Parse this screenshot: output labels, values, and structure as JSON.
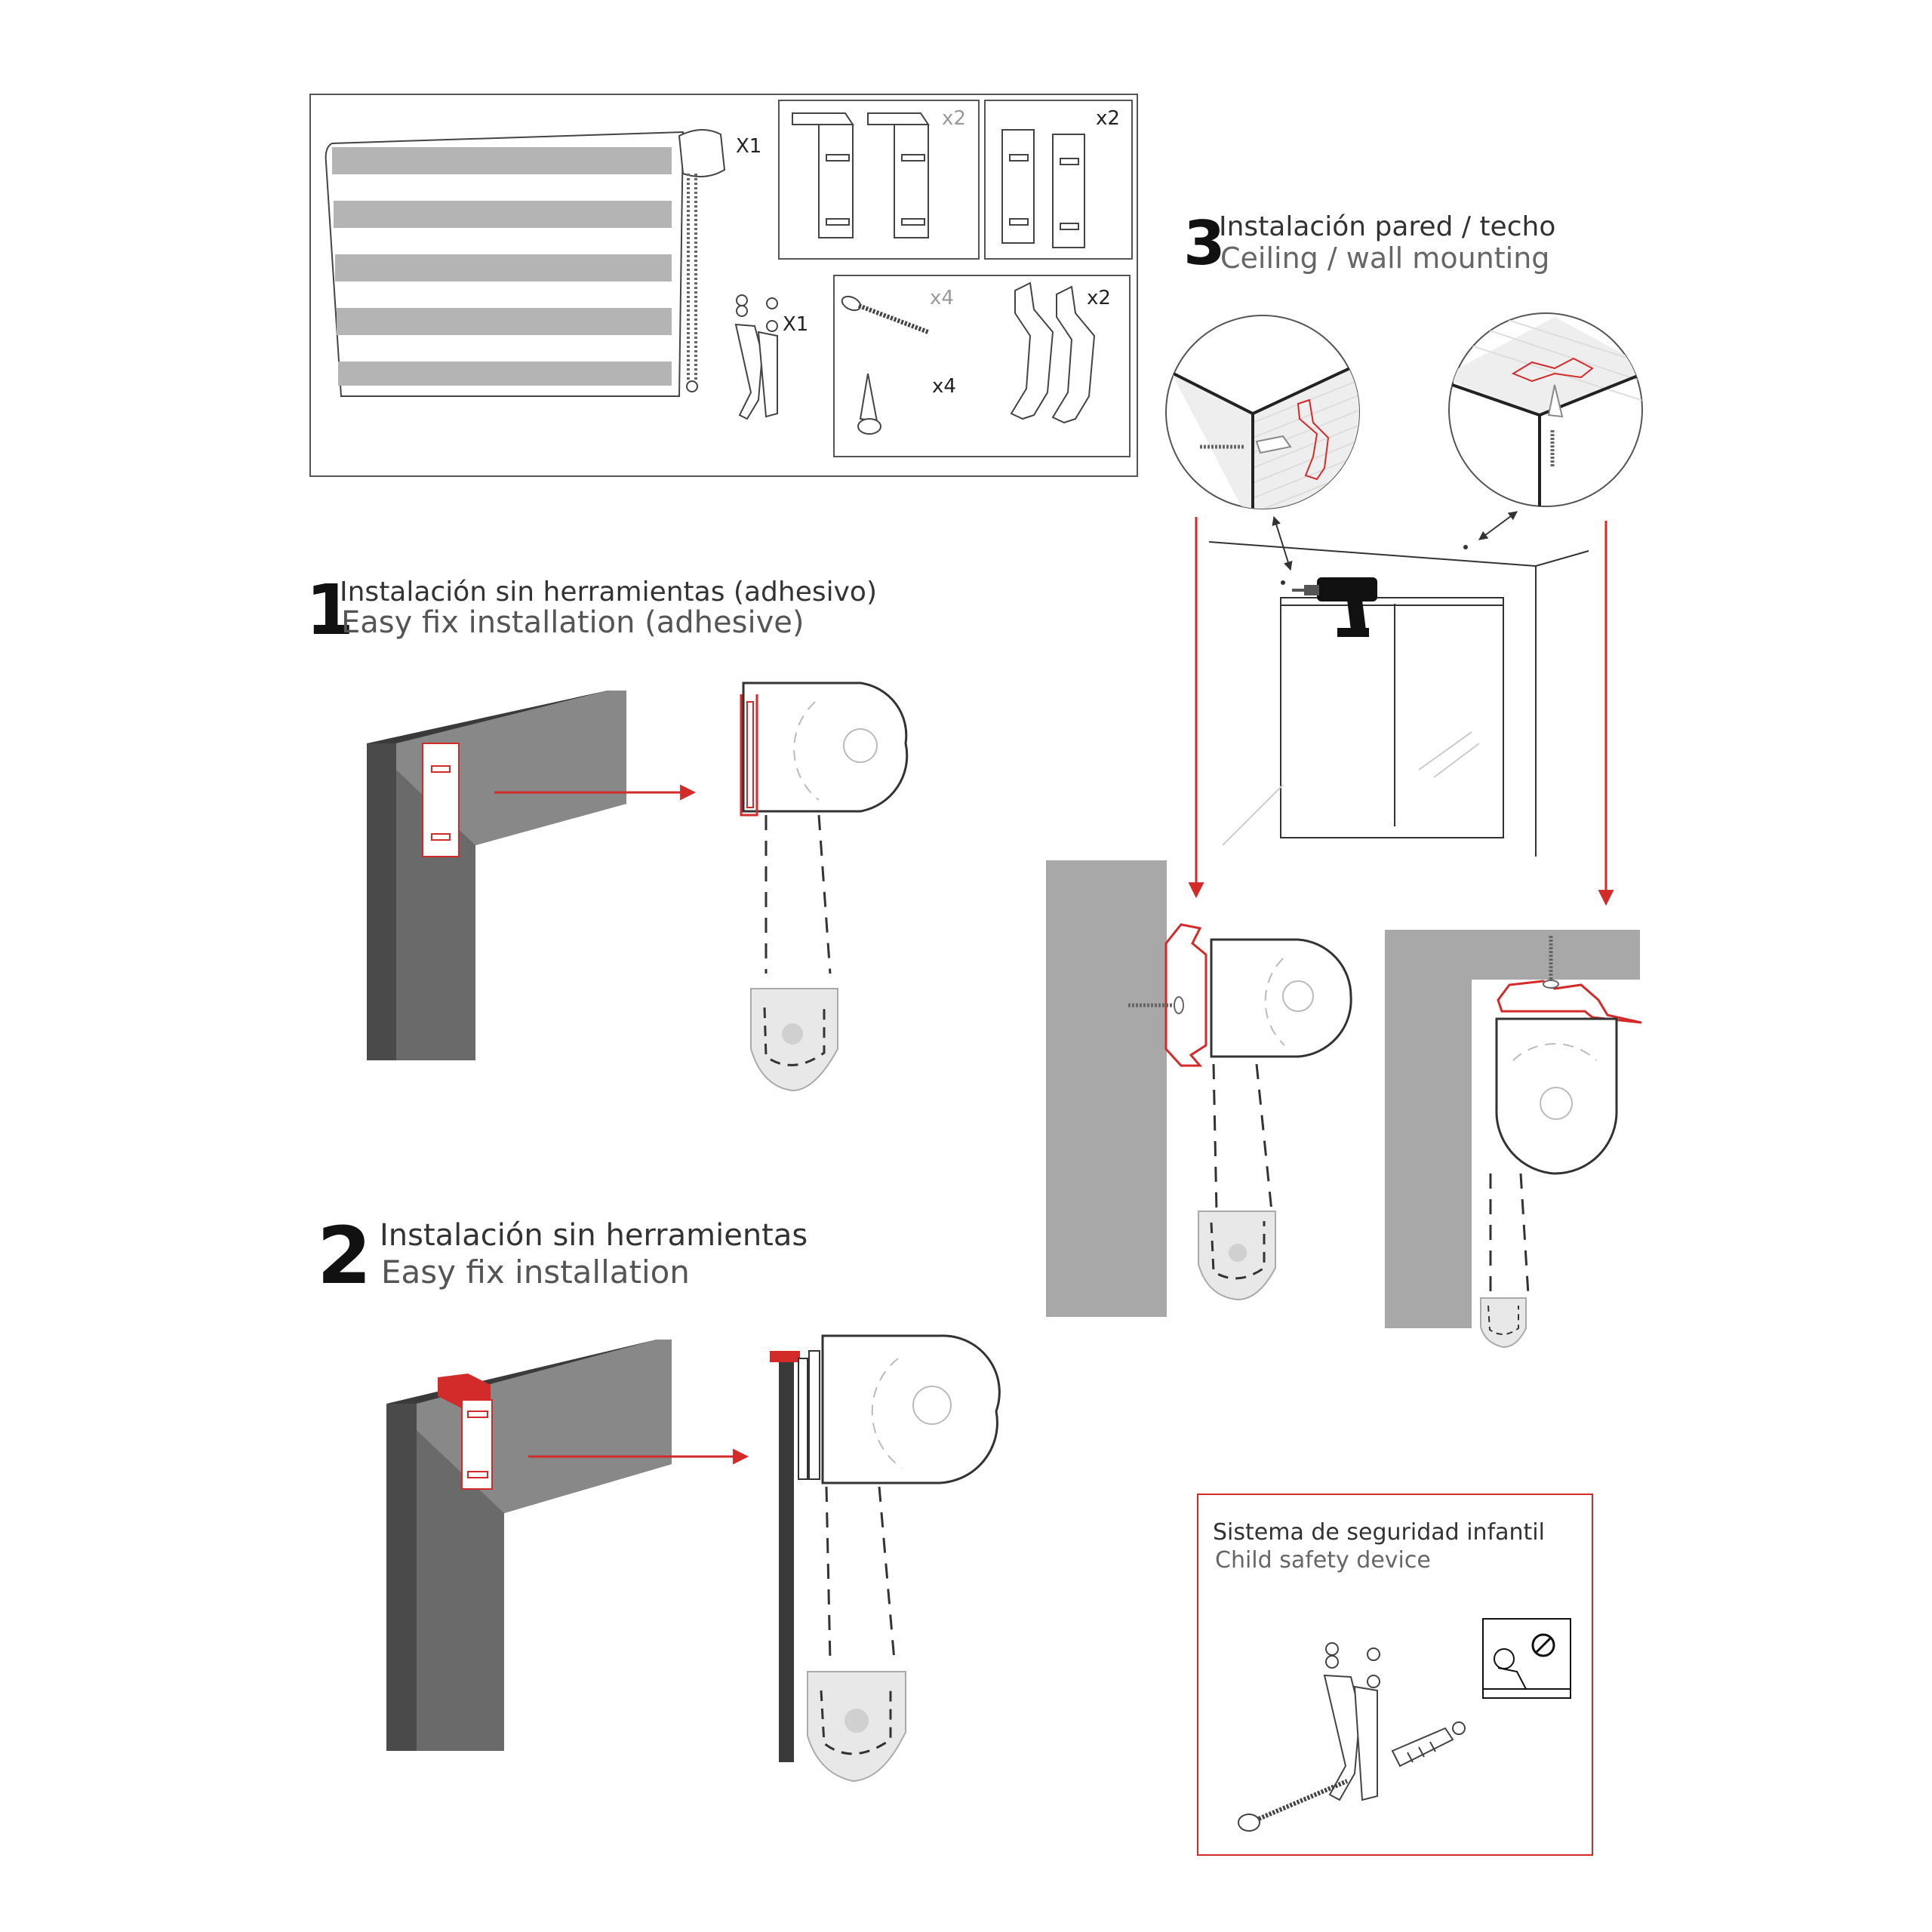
{
  "parts": {
    "blind_qty": "X1",
    "hook_bracket_qty": "x2",
    "adhesive_plate_qty": "x2",
    "safety_device_qty": "X1",
    "screw_qty": "x4",
    "plug_qty": "x4",
    "metal_bracket_qty": "x2"
  },
  "step1": {
    "number": "1",
    "title_es": "Instalación sin herramientas (adhesivo)",
    "title_en": "Easy fix installation (adhesive)"
  },
  "step2": {
    "number": "2",
    "title_es": "Instalación sin herramientas",
    "title_en": "Easy fix installation"
  },
  "step3": {
    "number": "3",
    "title_es": "Instalación pared / techo",
    "title_en": "Ceiling / wall mounting"
  },
  "safety": {
    "title_es": "Sistema de seguridad infantil",
    "title_en": "Child safety device"
  },
  "colors": {
    "accent": "#d32a2a",
    "frame_dark": "#4a4a4a",
    "frame_light": "#8a8a8a",
    "wall_gray": "#a8a8a8",
    "stripe_gray": "#b4b4b4",
    "line": "#333333"
  }
}
